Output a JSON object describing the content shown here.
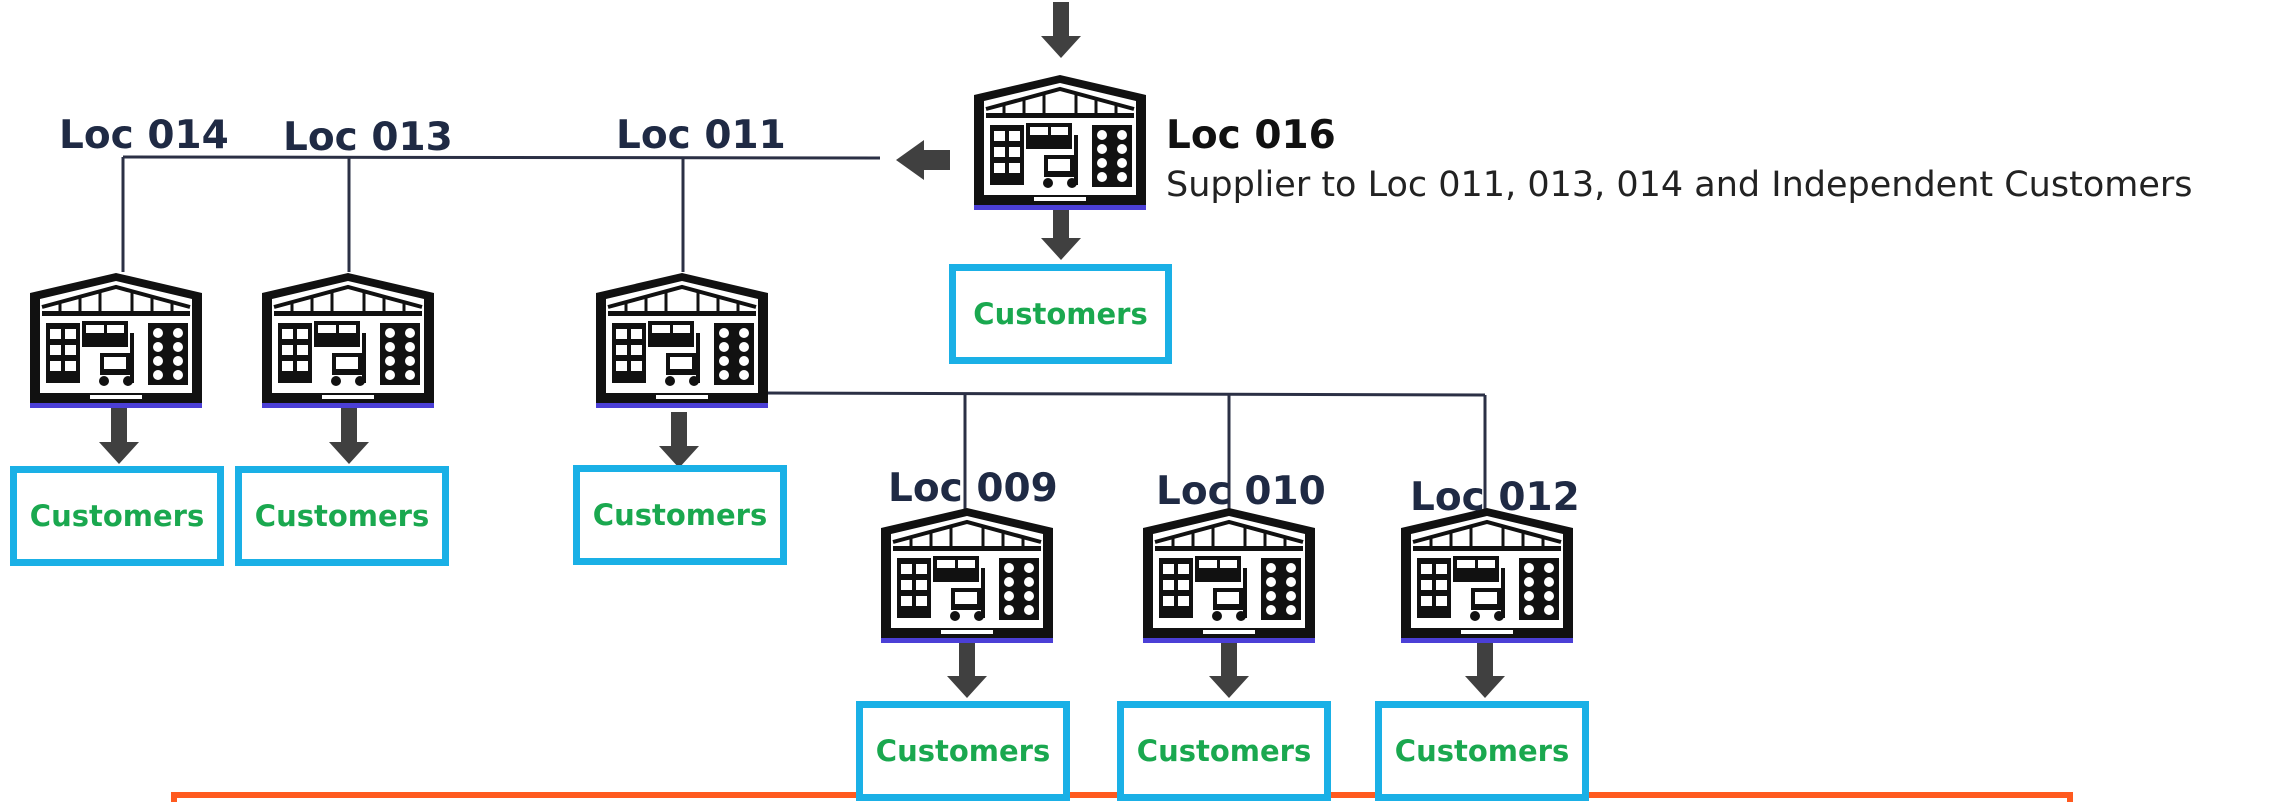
{
  "colors": {
    "accent_box": "#1ab0e6",
    "customer_text": "#1aa84f",
    "label_text": "#1f2a44",
    "frame": "#ff5a1f",
    "arrow": "#404040",
    "line": "#2b3045"
  },
  "top_node": {
    "label": "Loc 016",
    "description": "Supplier to Loc 011, 013, 014 and Independent  Customers",
    "customers": "Customers"
  },
  "nodes": [
    {
      "label": "Loc 014",
      "customers": "Customers"
    },
    {
      "label": "Loc 013",
      "customers": "Customers"
    },
    {
      "label": "Loc 011",
      "customers": "Customers"
    },
    {
      "label": "Loc 009",
      "customers": "Customers"
    },
    {
      "label": "Loc 010",
      "customers": "Customers"
    },
    {
      "label": "Loc 012",
      "customers": "Customers"
    }
  ],
  "icons": {
    "warehouse": "warehouse-icon",
    "arrow_down": "arrow-down-icon",
    "arrow_left": "arrow-left-icon"
  }
}
